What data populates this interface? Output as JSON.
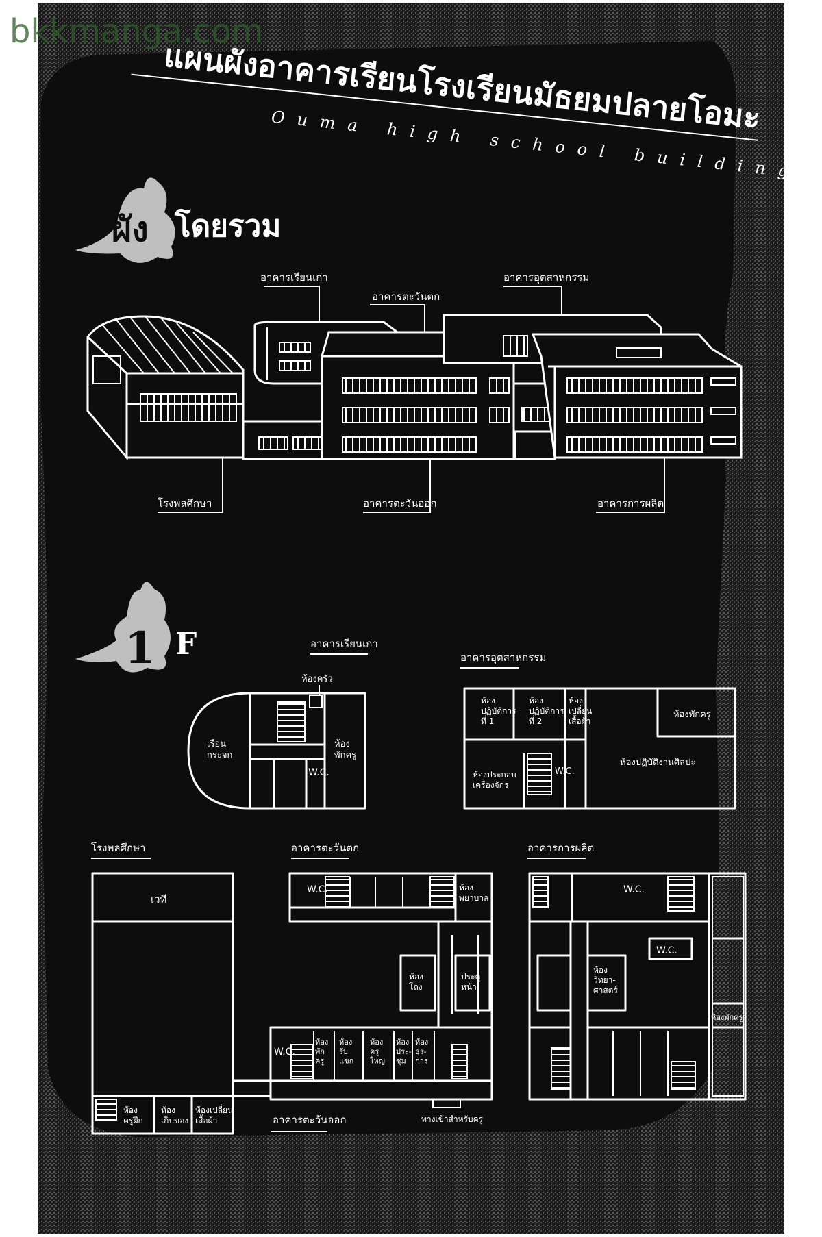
{
  "watermark": "bkkmanga.com",
  "title": "แผนผังอาคารเรียนโรงเรียนมัธยมปลายโอมะ",
  "subtitle": "Ouma high school building map",
  "section_overview": {
    "badge": "ผัง",
    "label": "โดยรวม"
  },
  "overview_labels": {
    "old_building": "อาคารเรียนเก่า",
    "east_building": "อาคารตะวันตก",
    "industrial_building": "อาคารอุตสาหกรรม",
    "gym": "โรงพลศึกษา",
    "east_out_building": "อาคารตะวันออก",
    "production_building": "อาคารการผลิต"
  },
  "section_floor": {
    "badge": "1",
    "label": "F"
  },
  "old_building_plan": {
    "title": "อาคารเรียนเก่า",
    "kitchen": "ห้องครัว",
    "greenhouse": "เรือน\nกระจก",
    "teacher_room": "ห้อง\nพักครู",
    "wc": "W.C."
  },
  "industrial_plan": {
    "title": "อาคารอุตสาหกรรม",
    "lab1": "ห้อง\nปฏิบัติการ\nที่ 1",
    "lab2": "ห้อง\nปฏิบัติการ\nที่ 2",
    "changing": "ห้อง\nเปลี่ยน\nเสื้อผ้า",
    "teacher_room": "ห้องพักครู",
    "assembly": "ห้องประกอบ\nเครื่องจักร",
    "art_room": "ห้องปฏิบัติงานศิลปะ",
    "wc": "W.C."
  },
  "gym_plan": {
    "title": "โรงพลศึกษา",
    "stage": "เวที",
    "coach_room": "ห้อง\nครูฝึก",
    "storage": "ห้อง\nเก็บของ",
    "changing": "ห้องเปลี่ยน\nเสื้อผ้า"
  },
  "east_plan": {
    "title": "อาคารตะวันตก",
    "bottom_title": "อาคารตะวันออก",
    "nurse": "ห้อง\nพยาบาล",
    "hall": "ห้อง\nโถง",
    "front_door": "ประตู\nหน้า",
    "teacher_rest": "ห้อง\nพัก\nครู",
    "reception": "ห้อง\nรับ\nแขก",
    "principal": "ห้อง\nครู\nใหญ่",
    "meeting": "ห้อง\nประ-\nชุม",
    "office": "ห้อง\nธุร-\nการ",
    "teacher_entrance": "ทางเข้าสำหรับครู",
    "wc": "W.C."
  },
  "production_plan": {
    "title": "อาคารการผลิต",
    "science": "ห้อง\nวิทยา-\nศาสตร์",
    "teacher_room": "ห้องพักครู",
    "wc": "W.C."
  }
}
